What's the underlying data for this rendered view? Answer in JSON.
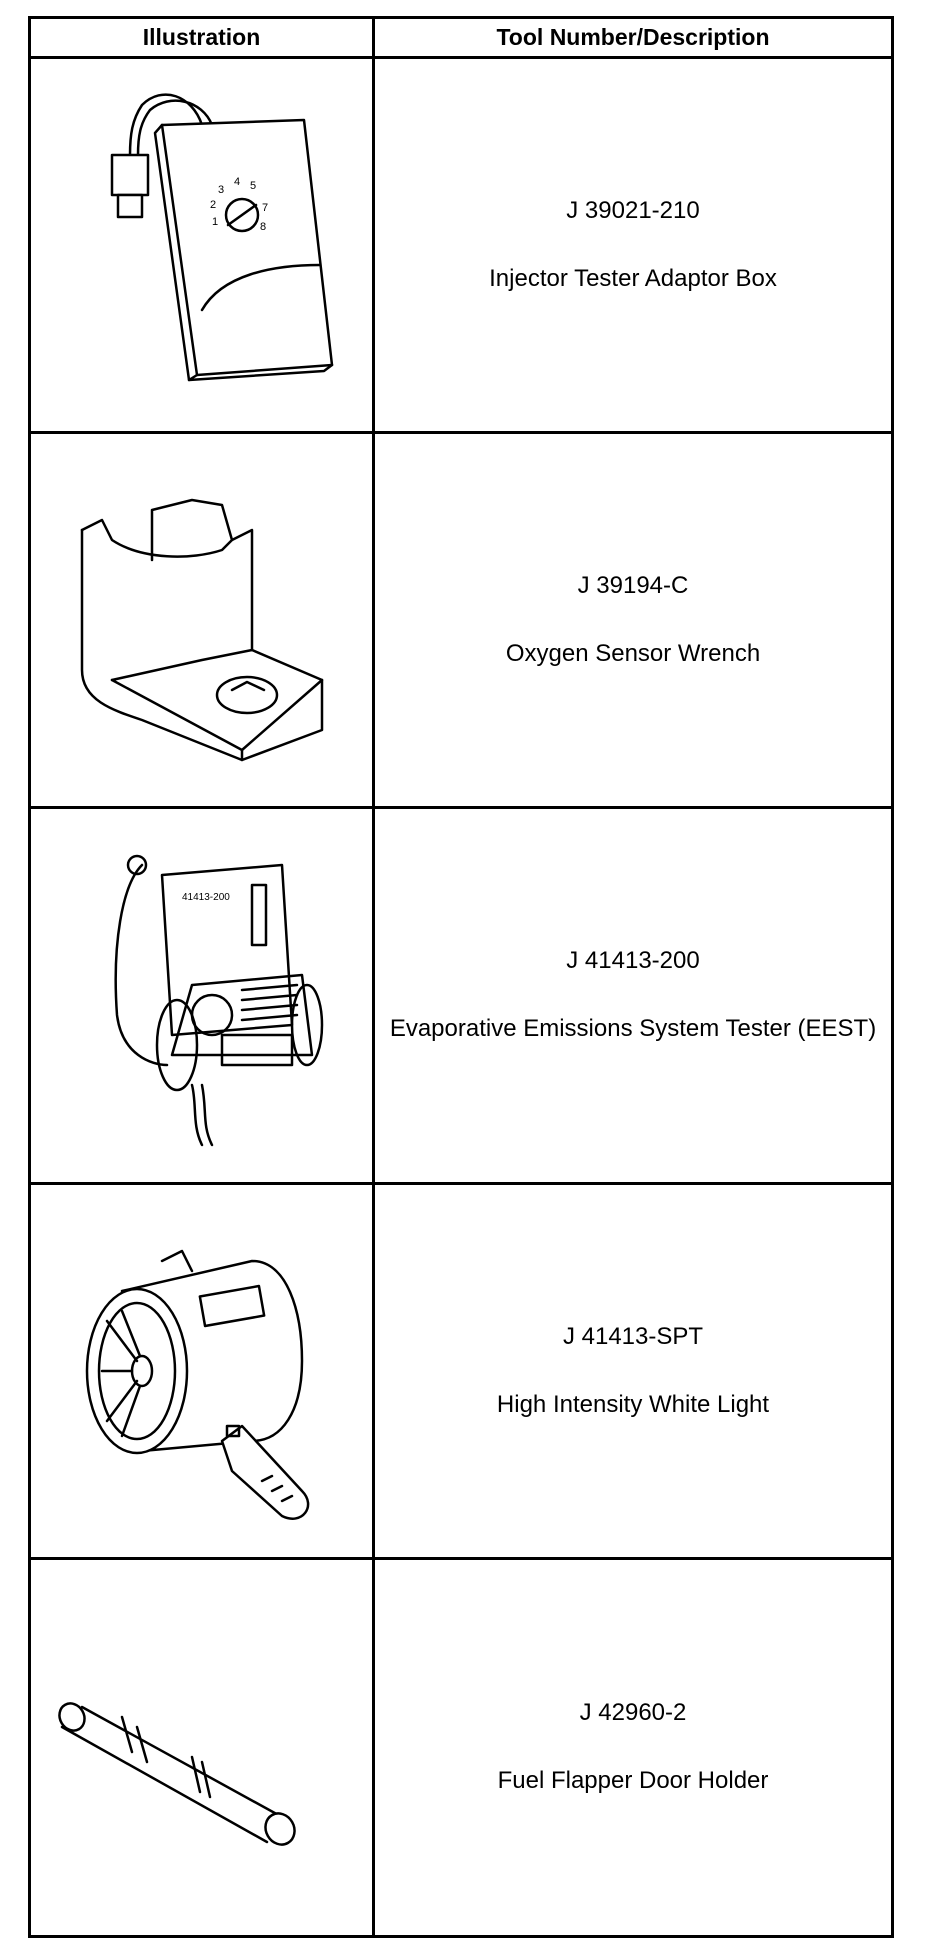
{
  "header": {
    "illustration": "Illustration",
    "tool": "Tool Number/Description"
  },
  "rows": [
    {
      "number": "J 39021-210",
      "description": "Injector Tester Adaptor Box",
      "icon": "adaptor-box-icon"
    },
    {
      "number": "J 39194-C",
      "description": "Oxygen Sensor Wrench",
      "icon": "oxygen-sensor-wrench-icon"
    },
    {
      "number": "J 41413-200",
      "description": "Evaporative Emissions System Tester (EEST)",
      "icon": "emissions-tester-icon"
    },
    {
      "number": "J 41413-SPT",
      "description": "High Intensity White Light",
      "icon": "spotlight-icon"
    },
    {
      "number": "J 42960-2",
      "description": "Fuel Flapper Door Holder",
      "icon": "flapper-door-holder-icon"
    }
  ]
}
